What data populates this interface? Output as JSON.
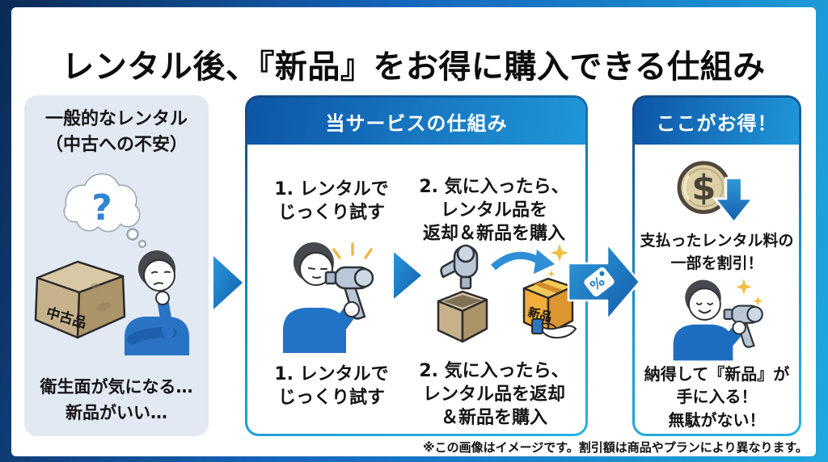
{
  "title": "レンタル後、『新品』をお得に購入できる仕組み",
  "left_panel": {
    "title": "一般的なレンタル\n（中古への不安）",
    "question_mark": "?",
    "used_box_label": "中古品",
    "caption": "衛生面が気になる…\n新品がいい…"
  },
  "middle_panel": {
    "header": "当サービスの仕組み",
    "step1_top": "1. レンタルで\nじっくり試す",
    "step2_top": "2. 気に入ったら、\nレンタル品を\n返却＆新品を購入",
    "new_box_label": "新品",
    "step1_bottom": "1. レンタルで\nじっくり試す",
    "step2_bottom": "2. 気に入ったら、\nレンタル品を返却\n＆新品を購入"
  },
  "discount_arrow": {
    "percent_symbol": "%"
  },
  "right_panel": {
    "header": "ここがお得！",
    "dollar_symbol": "$",
    "benefit1": "支払ったレンタル料の\n一部を割引！",
    "benefit2": "納得して『新品』が\n手に入る！\n無駄がない！"
  },
  "footnote": "※この画像はイメージです。割引額は商品やプランにより異なります。",
  "colors": {
    "frame_gradient": [
      "#0a2a55",
      "#1565bd",
      "#1fa9de"
    ],
    "header_blue_dark": "#0e55a7",
    "header_blue_light": "#2097d8",
    "accent_blue": "#1a7ac5",
    "left_panel_bg": "#e2e9f2",
    "new_item_yellow": "#f2ae38",
    "coin_gold": "#ddcfa6",
    "sparkle_yellow": "#f2bd45"
  }
}
